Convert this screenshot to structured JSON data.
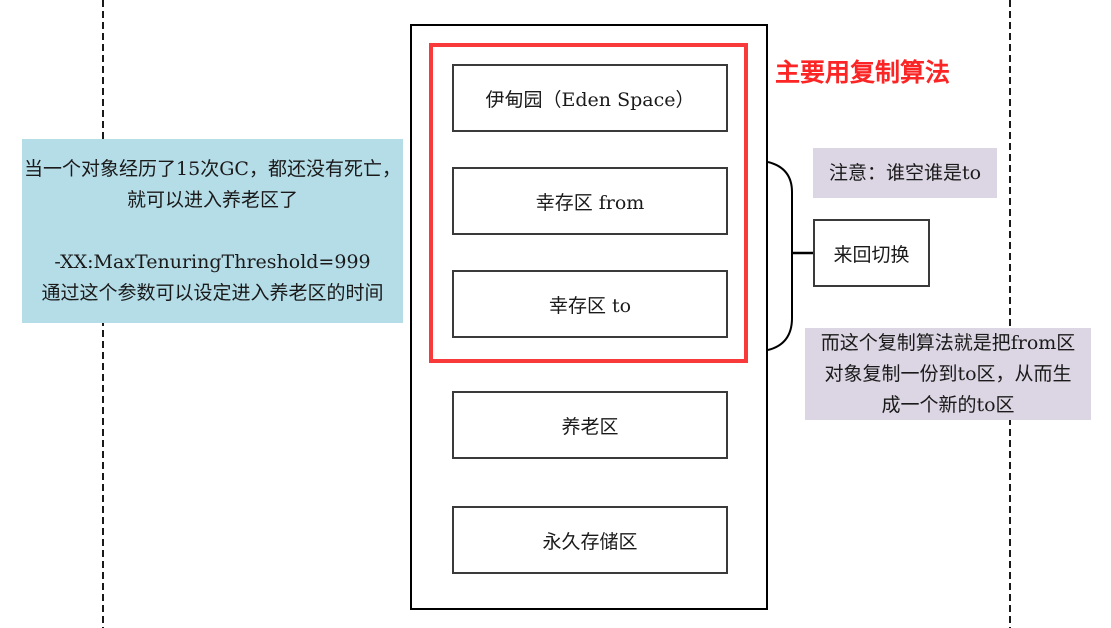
{
  "colors": {
    "red": "#f93a3a",
    "title_red": "#fb2525",
    "note_blue": "#b5dde8",
    "note_purple": "#dcd5e3",
    "line": "#1a1a1a",
    "box_border": "#3a3a3a"
  },
  "title": {
    "text": "主要用复制算法"
  },
  "heap": {
    "regions": [
      {
        "label": "伊甸园（Eden Space）"
      },
      {
        "label": "幸存区 from"
      },
      {
        "label": "幸存区 to"
      },
      {
        "label": "养老区"
      },
      {
        "label": "永久存储区"
      }
    ]
  },
  "left_note": {
    "lines": [
      "当一个对象经历了15次GC，都还没有死亡，",
      "就可以进入养老区了",
      "",
      "-XX:MaxTenuringThreshold=999",
      "通过这个参数可以设定进入养老区的时间"
    ]
  },
  "who_empty_note": {
    "text": "注意：谁空谁是to"
  },
  "switch_box": {
    "label": "来回切换"
  },
  "copy_algo_note": {
    "lines": [
      "而这个复制算法就是把from区",
      "对象复制一份到to区，从而生",
      "成一个新的to区"
    ]
  }
}
